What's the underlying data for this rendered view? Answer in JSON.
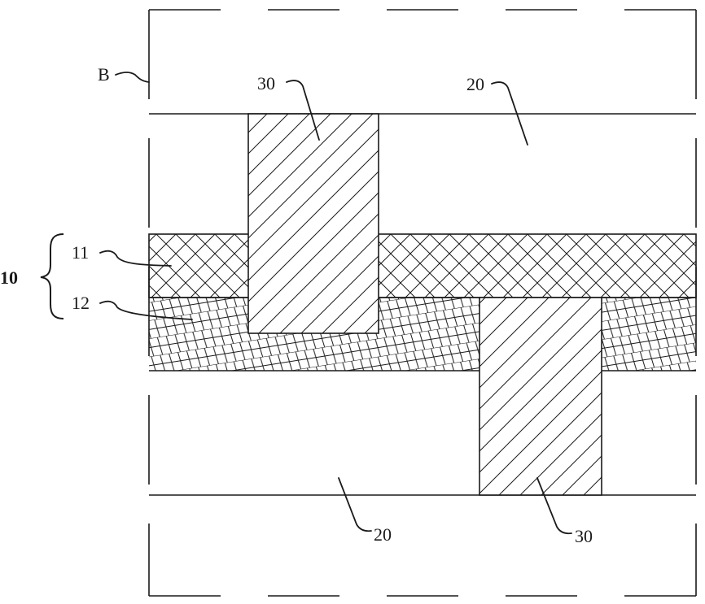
{
  "labels": {
    "b": "B",
    "upper_30": "30",
    "upper_20": "20",
    "group_10": "10",
    "layer_11": "11",
    "layer_12": "12",
    "lower_20": "20",
    "lower_30": "30"
  },
  "colors": {
    "line": "#1a1a1a",
    "background": "#ffffff"
  }
}
